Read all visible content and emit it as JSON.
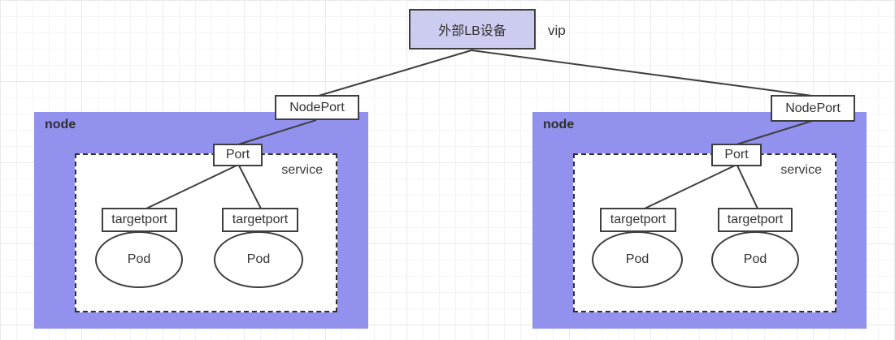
{
  "diagram": {
    "lb": {
      "label": "外部LB设备"
    },
    "vip": {
      "label": "vip"
    },
    "nodeports": [
      {
        "label": "NodePort"
      },
      {
        "label": "NodePort"
      }
    ],
    "nodes": [
      {
        "label": "node",
        "service": {
          "label": "service",
          "port": {
            "label": "Port"
          },
          "backends": [
            {
              "targetport_label": "targetport",
              "pod_label": "Pod"
            },
            {
              "targetport_label": "targetport",
              "pod_label": "Pod"
            }
          ]
        }
      },
      {
        "label": "node",
        "service": {
          "label": "service",
          "port": {
            "label": "Port"
          },
          "backends": [
            {
              "targetport_label": "targetport",
              "pod_label": "Pod"
            },
            {
              "targetport_label": "targetport",
              "pod_label": "Pod"
            }
          ]
        }
      }
    ],
    "colors": {
      "node_fill": "#9292ee",
      "lb_fill": "#ccccf0",
      "box_fill": "#ffffff",
      "line": "#3f3f3f",
      "text": "#333333",
      "grid_minor": "#f4f4f4",
      "grid_major": "#e9e9e9"
    }
  }
}
